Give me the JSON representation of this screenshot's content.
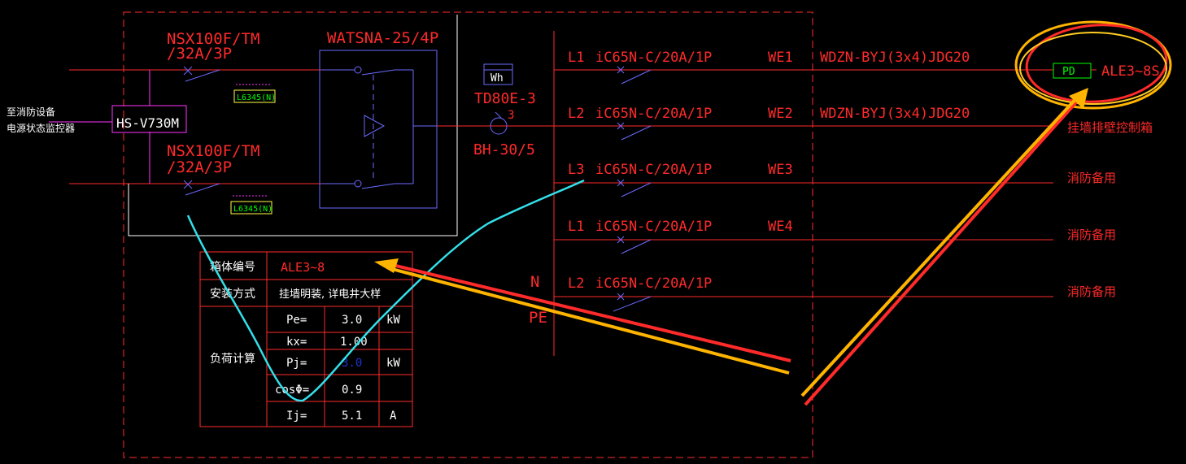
{
  "breakers": {
    "top": {
      "line1": "NSX100F/TM",
      "line2": "/32A/3P",
      "tag": "L6345(N)"
    },
    "bottom": {
      "line1": "NSX100F/TM",
      "line2": "/32A/3P",
      "tag": "L6345(N)"
    }
  },
  "ats": {
    "label": "WATSNA-25/4P"
  },
  "monitor": {
    "label": "HS-V730M",
    "note_line1": "至消防设备",
    "note_line2": "电源状态监控器"
  },
  "meter": {
    "symbol": "Wh",
    "model": "TD80E-3",
    "ct_count": "3",
    "ct_model": "BH-30/5"
  },
  "circuits": [
    {
      "phase": "L1",
      "breaker": "iC65N-C/20A/1P",
      "id": "WE1",
      "cable": "WDZN-BYJ(3x4)JDG20",
      "target_box": "PD",
      "target": "ALE3~8S"
    },
    {
      "phase": "L2",
      "breaker": "iC65N-C/20A/1P",
      "id": "WE2",
      "cable": "WDZN-BYJ(3x4)JDG20",
      "target": "挂墙排壁控制箱"
    },
    {
      "phase": "L3",
      "breaker": "iC65N-C/20A/1P",
      "id": "WE3",
      "target": "消防备用"
    },
    {
      "phase": "L1",
      "breaker": "iC65N-C/20A/1P",
      "id": "WE4",
      "target": "消防备用"
    },
    {
      "phase": "L2",
      "breaker": "iC65N-C/20A/1P",
      "target": "消防备用"
    }
  ],
  "bus": {
    "n": "N",
    "pe": "PE"
  },
  "table": {
    "box_no_label": "箱体编号",
    "box_no_value": "ALE3~8",
    "install_label": "安装方式",
    "install_value": "挂墙明装, 详电井大样",
    "load_label": "负荷计算",
    "rows": [
      {
        "name": "Pe=",
        "value": "3.0",
        "unit": "kW"
      },
      {
        "name": "kx=",
        "value": "1.00",
        "unit": ""
      },
      {
        "name": "Pj=",
        "value": "3.0",
        "unit": "kW"
      },
      {
        "name": "cosΦ=",
        "value": "0.9",
        "unit": ""
      },
      {
        "name": "Ij=",
        "value": "5.1",
        "unit": "A"
      }
    ]
  },
  "colors": {
    "red": "#ff2a2a",
    "blue": "#6a6aff",
    "white": "#ffffff",
    "green": "#00ff00",
    "yellow": "#ffff44",
    "magenta": "#ff33ff",
    "cyan": "#33e0ea",
    "orange": "#ffb400"
  }
}
